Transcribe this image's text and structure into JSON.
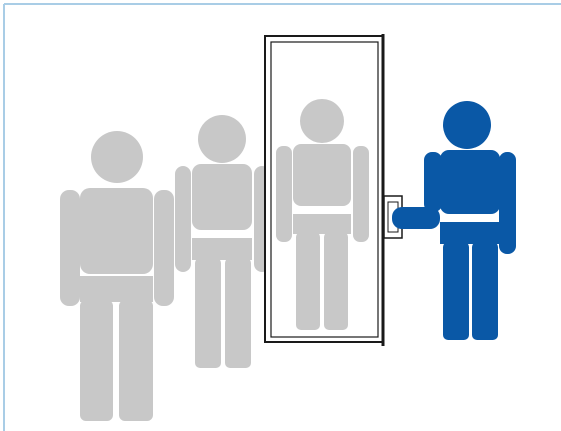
{
  "illustration": {
    "figures": [
      {
        "id": "grey-figure-front",
        "icon": "person-icon",
        "color": "#c8c8c8"
      },
      {
        "id": "grey-figure-middle",
        "icon": "person-icon",
        "color": "#c8c8c8"
      },
      {
        "id": "grey-figure-in-door",
        "icon": "person-icon",
        "color": "#c8c8c8"
      },
      {
        "id": "blue-figure-holding-door",
        "icon": "person-icon",
        "color": "#0a58a6"
      }
    ],
    "door": {
      "icon": "door-icon",
      "stroke_color": "#1a1a1a"
    },
    "border_color": "#a9cde6",
    "background_color": "#ffffff"
  }
}
